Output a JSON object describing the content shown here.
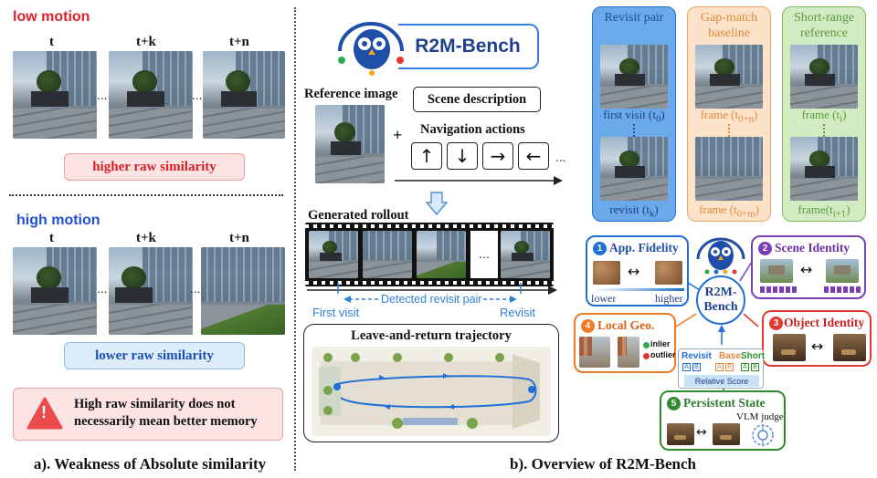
{
  "left": {
    "low_motion_title": "low motion",
    "high_motion_title": "high motion",
    "frame_labels": [
      "t",
      "t+k",
      "t+n"
    ],
    "ellipsis": "...",
    "higher_label": "higher raw similarity",
    "lower_label": "lower raw similarity",
    "warning_text": "High raw similarity does not necessarily mean better memory",
    "warning_symbol": "!",
    "caption": "a). Weakness of Absolute similarity"
  },
  "middle": {
    "logo_text": "R2M-Bench",
    "reference_label": "Reference image",
    "plus": "+",
    "scene_description": "Scene description",
    "navigation_label": "Navigation actions",
    "arrows": [
      "↑",
      "↓",
      "→",
      "←"
    ],
    "ellipsis": "...",
    "rollout_label": "Generated rollout",
    "first_visit": "First visit",
    "revisit": "Revisit",
    "detected_pair": "Detected revisit pair",
    "trajectory_title": "Leave-and-return trajectory",
    "caption": "b). Overview of R2M-Bench"
  },
  "right": {
    "columns": [
      {
        "title": "Revisit pair",
        "top": "first visit (t",
        "top_sub": "0",
        "bottom": "revisit (t",
        "bottom_sub": "k",
        "color": "#1f6fd6",
        "bg": "#6aa9ea"
      },
      {
        "title": "Gap-match baseline",
        "top": "frame (t",
        "top_sub": "0+n",
        "bottom": "frame (t",
        "bottom_sub": "0+m",
        "color": "#e8a66a",
        "bg": "#fbe2c8"
      },
      {
        "title": "Short-range reference",
        "top": "frame (t",
        "top_sub": "i",
        "bottom": "frame(t",
        "bottom_sub": "i+1",
        "color": "#7cbc5a",
        "bg": "#d3ebc3"
      }
    ],
    "center_label": "R2M-Bench",
    "modules": {
      "app_fidelity": {
        "num": "1",
        "title": "App. Fidelity",
        "lower": "lower",
        "higher": "higher",
        "color": "#1f6fd6"
      },
      "scene_identity": {
        "num": "2",
        "title": "Scene Identity",
        "color": "#7a3fb5"
      },
      "object_identity": {
        "num": "3",
        "title": "Object Identity",
        "color": "#e23a2f"
      },
      "local_geo": {
        "num": "4",
        "title": "Local Geo.",
        "inlier": "inlier",
        "outlier": "outlier",
        "color": "#ef7a26"
      },
      "persistent_state": {
        "num": "5",
        "title": "Persistent State",
        "judge": "VLM judge",
        "color": "#2f8d2f"
      }
    },
    "relative": {
      "revisit": "Revisit",
      "base": "Base.",
      "short": "Short",
      "badge_a": "A",
      "badge_b": "B",
      "label": "Relative Score"
    },
    "arrow_symbol": "↔"
  }
}
